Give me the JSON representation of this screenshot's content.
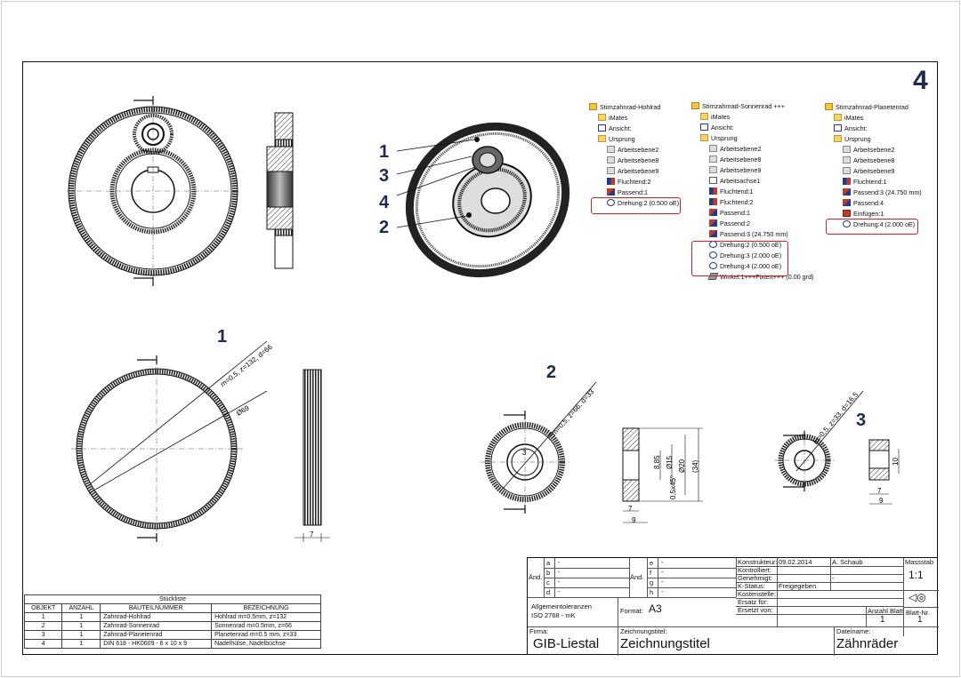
{
  "sheet_number": "4",
  "callouts": {
    "one": "1",
    "two": "2",
    "three": "3",
    "four": "4"
  },
  "gear_labels": {
    "hohlrad": "m=0,5, z=132, d=66",
    "hohlrad_dia": "Ø69",
    "sonnenrad": "m=0,5, z=66, d=33",
    "planetenrad": "m=0,5, z=33, d=16,5"
  },
  "dims": {
    "ring_width": "7",
    "sun_3": "3",
    "sun_885": "8,85",
    "sun_d15": "Ø15",
    "sun_d20": "Ø20",
    "sun_34": "(34)",
    "sun_chamfer": "0,5x45°",
    "sun_7": "7",
    "sun_9": "9",
    "plan_10": "10",
    "plan_7": "7",
    "plan_9": "9"
  },
  "trees": [
    {
      "items": [
        {
          "icon": "root",
          "text": "Stirnzahnrad-Hohlrad",
          "indent": 0
        },
        {
          "icon": "folder",
          "text": "iMates",
          "indent": 1
        },
        {
          "icon": "view",
          "text": "Ansicht:",
          "indent": 1
        },
        {
          "icon": "folder",
          "text": "Ursprung",
          "indent": 1
        },
        {
          "icon": "plane",
          "text": "Arbeitsebene2",
          "indent": 2
        },
        {
          "icon": "plane",
          "text": "Arbeitsebene8",
          "indent": 2
        },
        {
          "icon": "plane",
          "text": "Arbeitsebene9",
          "indent": 2
        },
        {
          "icon": "flush",
          "text": "Fluchtend:2",
          "indent": 2
        },
        {
          "icon": "mate",
          "text": "Passend:1",
          "indent": 2
        },
        {
          "icon": "rot",
          "text": "Drehung:2 (0.500 oE)",
          "indent": 2
        }
      ]
    },
    {
      "items": [
        {
          "icon": "root",
          "text": "Stirnzahnrad-Sonnenrad +++",
          "indent": 0
        },
        {
          "icon": "folder",
          "text": "iMates",
          "indent": 1
        },
        {
          "icon": "view",
          "text": "Ansicht:",
          "indent": 1
        },
        {
          "icon": "folder",
          "text": "Ursprung",
          "indent": 1
        },
        {
          "icon": "plane",
          "text": "Arbeitsebene2",
          "indent": 2
        },
        {
          "icon": "plane",
          "text": "Arbeitsebene8",
          "indent": 2
        },
        {
          "icon": "plane",
          "text": "Arbeitsebene9",
          "indent": 2
        },
        {
          "icon": "axis",
          "text": "Arbeitsachse1",
          "indent": 2
        },
        {
          "icon": "flush",
          "text": "Fluchtend:1",
          "indent": 2
        },
        {
          "icon": "flush",
          "text": "Fluchtend:2",
          "indent": 2
        },
        {
          "icon": "mate",
          "text": "Passend:1",
          "indent": 2
        },
        {
          "icon": "mate",
          "text": "Passend:2",
          "indent": 2
        },
        {
          "icon": "mate",
          "text": "Passend:3 (24.750 mm)",
          "indent": 2
        },
        {
          "icon": "rot",
          "text": "Drehung:2 (0.500 oE)",
          "indent": 2
        },
        {
          "icon": "rot",
          "text": "Drehung:3 (2.000 oE)",
          "indent": 2
        },
        {
          "icon": "rot",
          "text": "Drehung:4 (2.000 oE)",
          "indent": 2
        },
        {
          "icon": "ang",
          "text": "Winkel:1+++Fixiert+++ (0.00 grd)",
          "indent": 2
        }
      ]
    },
    {
      "items": [
        {
          "icon": "root",
          "text": "Stirnzahnrad-Planetenrad",
          "indent": 0
        },
        {
          "icon": "folder",
          "text": "iMates",
          "indent": 1
        },
        {
          "icon": "view",
          "text": "Ansicht:",
          "indent": 1
        },
        {
          "icon": "folder",
          "text": "Ursprung",
          "indent": 1
        },
        {
          "icon": "plane",
          "text": "Arbeitsebene2",
          "indent": 2
        },
        {
          "icon": "plane",
          "text": "Arbeitsebene8",
          "indent": 2
        },
        {
          "icon": "plane",
          "text": "Arbeitsebene9",
          "indent": 2
        },
        {
          "icon": "flush",
          "text": "Fluchtend:1",
          "indent": 2
        },
        {
          "icon": "mate",
          "text": "Passend:3 (24.750 mm)",
          "indent": 2
        },
        {
          "icon": "mate",
          "text": "Passend:4",
          "indent": 2
        },
        {
          "icon": "ins",
          "text": "Einfügen:1",
          "indent": 2
        },
        {
          "icon": "rot",
          "text": "Drehung:4 (2.000 oE)",
          "indent": 2
        }
      ]
    }
  ],
  "parts_list": {
    "title": "Stückliste",
    "headers": [
      "OBJEKT",
      "ANZAHL",
      "BAUTEILNUMMER",
      "BEZEICHNUNG"
    ],
    "rows": [
      [
        "1",
        "1",
        "Zahnrad-Hohlrad",
        "Hohlrad m=0.5mm, z=132"
      ],
      [
        "2",
        "1",
        "Zahnrad-Sonnenrad",
        "Sonnenrad m=0.5mm, z=66"
      ],
      [
        "3",
        "1",
        "Zahnrad-Planetenrad",
        "Planetenrad m=0.5 mm, z=33"
      ],
      [
        "4",
        "1",
        "DIN 618 - HK0609 - 6 x 10 x 9",
        "Nadelhülse, Nadelbüchse"
      ]
    ]
  },
  "title_block": {
    "and_label": "Änd.",
    "rev_left": [
      "a",
      "b",
      "c",
      "d"
    ],
    "rev_right": [
      "e",
      "f",
      "g",
      "h"
    ],
    "dash": "-",
    "konstrukteur_label": "Konstrukteur:",
    "konstrukteur_date": "09.02.2014",
    "konstrukteur_name": "A. Schaub",
    "kontrolliert_label": "Kontrolliert:",
    "genehmigt_label": "Genehmigt:",
    "kstatus_label": "K-Status:",
    "kstatus_value": "Freigegeben",
    "kostenstelle_label": "Kostenstelle:",
    "ersatz_fuer_label": "Ersatz für:",
    "ersetzt_von_label": "Ersetzt von:",
    "massstab_label": "Massstab",
    "massstab_value": "1:1",
    "tolerance_1": "Allgemeintoleranzen",
    "tolerance_2": "ISO 2768 - mK",
    "format_label": "Format:",
    "format_value": "A3",
    "anzahl_blatt_label": "Anzahl Blatt",
    "anzahl_blatt_value": "1",
    "blatt_nr_label": "Blatt-Nr.",
    "blatt_nr_value": "1",
    "firma_label": "Firma:",
    "firma_value": "GIB-Liestal",
    "zeichnungstitel_label": "Zeichnungstitel:",
    "zeichnungstitel_value": "Zeichnungstitel",
    "dateiname_label": "Dateiname:",
    "dateiname_value": "Zähnräder"
  }
}
